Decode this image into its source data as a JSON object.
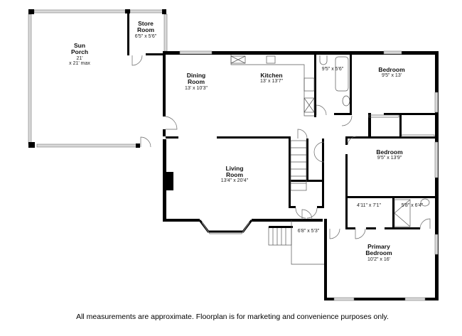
{
  "rooms": {
    "sun_porch": {
      "name1": "Sun",
      "name2": "Porch",
      "dim1": "21'",
      "dim2": "x 21' max"
    },
    "store_room": {
      "name1": "Store",
      "name2": "Room",
      "dim": "6'5\" x 5'6\""
    },
    "dining_room": {
      "name1": "Dining",
      "name2": "Room",
      "dim": "13' x 10'3\""
    },
    "kitchen": {
      "name": "Kitchen",
      "dim": "13' x 13'7\""
    },
    "bath_1": {
      "dim": "9'5\" x 5'6\""
    },
    "bedroom_1": {
      "name": "Bedroom",
      "dim": "9'5\" x 13'"
    },
    "living_room": {
      "name1": "Living",
      "name2": "Room",
      "dim": "13'4\" x 20'4\""
    },
    "bedroom_2": {
      "name": "Bedroom",
      "dim": "9'5\" x 13'9\""
    },
    "closet": {
      "dim": "4'11\" x 7'1\""
    },
    "bath_2": {
      "dim": "5'8\" x 6'4\""
    },
    "landing": {
      "dim": "6'8\" x 5'3\""
    },
    "primary_bedroom": {
      "name1": "Primary",
      "name2": "Bedroom",
      "dim": "10'2\" x 16'"
    }
  },
  "footer": {
    "disclaimer": "All measurements are approximate. Floorplan is for marketing and convenience purposes only."
  }
}
